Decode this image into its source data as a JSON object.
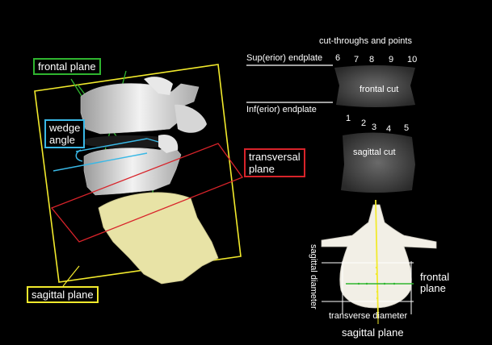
{
  "labels": {
    "frontal_plane_left": "frontal plane",
    "wedge_angle_line1": "wedge",
    "wedge_angle_line2": "angle",
    "transversal_plane_line1": "transversal",
    "transversal_plane_line2": "plane",
    "sagittal_plane_left": "sagittal plane",
    "cut_throughs_title": "cut-throughs and points",
    "superior_endplate": "Sup(erior) endplate",
    "inferior_endplate": "Inf(erior) endplate",
    "frontal_cut": "frontal cut",
    "sagittal_cut": "sagittal cut",
    "sagittal_diameter": "sagittal diameter",
    "transverse_diameter": "transverse diameter",
    "frontal_plane_right_line1": "frontal",
    "frontal_plane_right_line2": "plane",
    "sagittal_plane_bottom": "sagittal plane"
  },
  "frontal_points": [
    "6",
    "7",
    "8",
    "9",
    "10"
  ],
  "sagittal_points": [
    "1",
    "2",
    "3",
    "4",
    "5"
  ],
  "colors": {
    "background": "#000000",
    "frontal_plane": "#2fb52f",
    "wedge_angle": "#39b8e6",
    "transversal_plane": "#d8232a",
    "sagittal_plane": "#f2ea2c",
    "bone": "#d9d9d9",
    "cartilage": "#e8e3a6"
  }
}
